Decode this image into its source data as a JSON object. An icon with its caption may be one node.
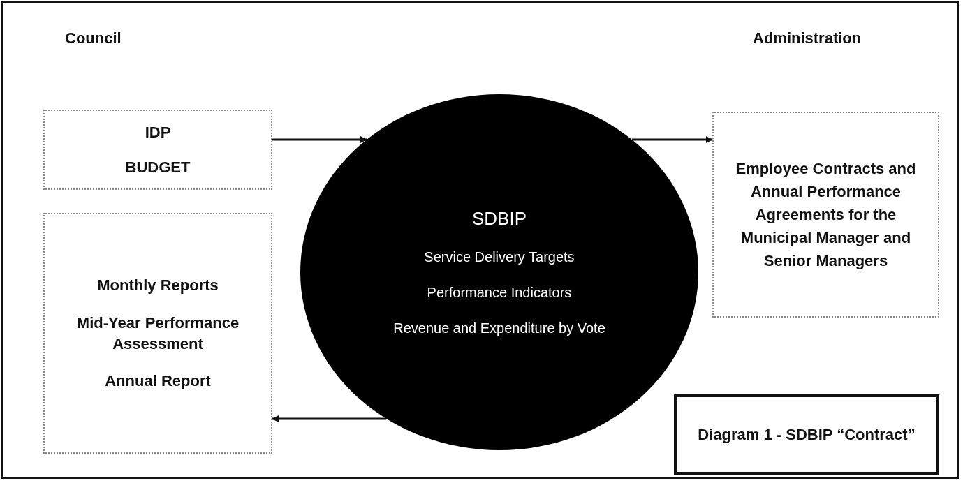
{
  "diagram": {
    "nodes": [
      {
        "text": [
          "IDP",
          "BUDGET"
        ]
      },
      {
        "text": [
          "SDBIP",
          "Service Delivery Targets",
          "Performance Indicators",
          "Revenue and Expenditure by Vote"
        ]
      },
      {
        "text": [
          "Employee Contracts and Annual Performance Agreements for the Municipal Manager and Senior Managers"
        ]
      },
      {
        "text": [
          "Monthly Reports",
          "Mid-Year Performance Assessment",
          "Annual Report"
        ]
      },
      {
        "text": [
          "Diagram 1 - SDBIP “Contract”"
        ]
      }
    ],
    "edges": [
      {
        "from": 0,
        "to": 1,
        "arrow": "to"
      },
      {
        "from": 1,
        "to": 2,
        "arrow": "to"
      },
      {
        "from": 1,
        "to": 3,
        "arrow": "to"
      }
    ],
    "labels": [
      "Council",
      "Administration"
    ]
  }
}
